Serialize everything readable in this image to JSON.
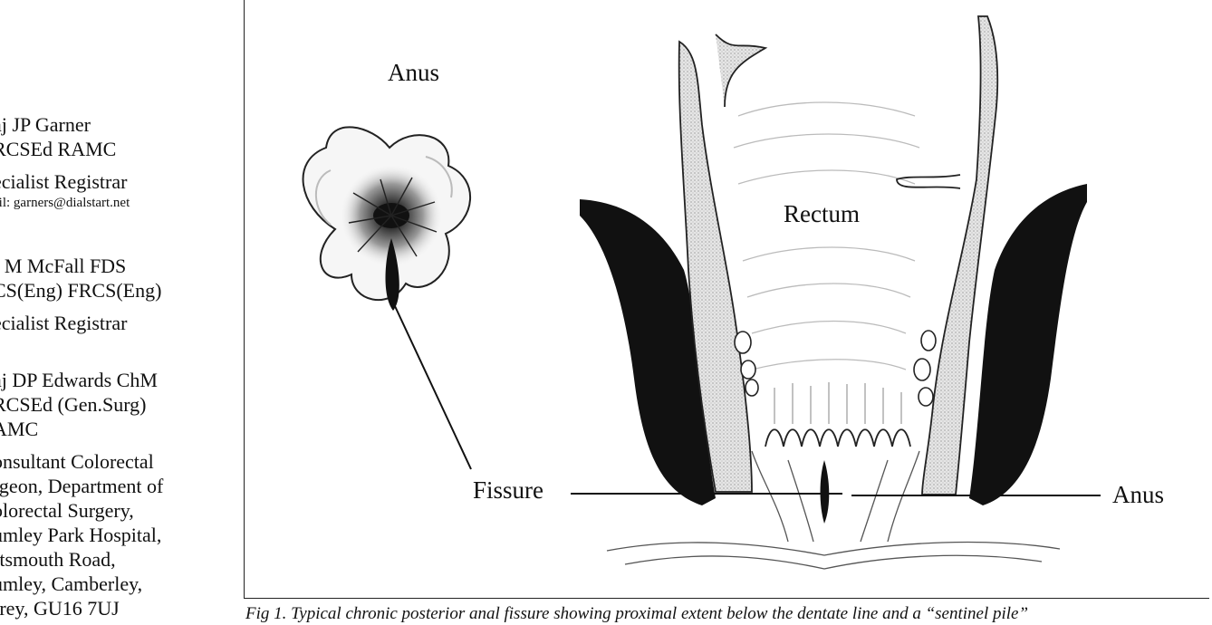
{
  "authors": [
    {
      "name_lines": [
        "aj JP Garner",
        "RCSEd RAMC"
      ],
      "role": "ecialist Registrar",
      "email": "ail: garners@dialstart.net"
    },
    {
      "name_lines": [
        "r M McFall FDS",
        "CS(Eng) FRCS(Eng)"
      ],
      "role": "ecialist Registrar"
    },
    {
      "name_lines": [
        "aj DP Edwards ChM",
        "RCSEd (Gen.Surg)",
        "AMC"
      ],
      "role_lines": [
        "onsultant Colorectal",
        "rgeon, Department of",
        "olorectal Surgery,",
        "umley Park Hospital,",
        "rtsmouth Road,",
        "umley, Camberley,",
        "rrey, GU16 7UJ"
      ]
    }
  ],
  "figure": {
    "labels": {
      "anus_top": "Anus",
      "rectum": "Rectum",
      "fissure": "Fissure",
      "anus_right": "Anus"
    }
  },
  "caption": "Fig 1. Typical chronic posterior anal fissure showing proximal extent below the dentate line and a “sentinel pile”"
}
